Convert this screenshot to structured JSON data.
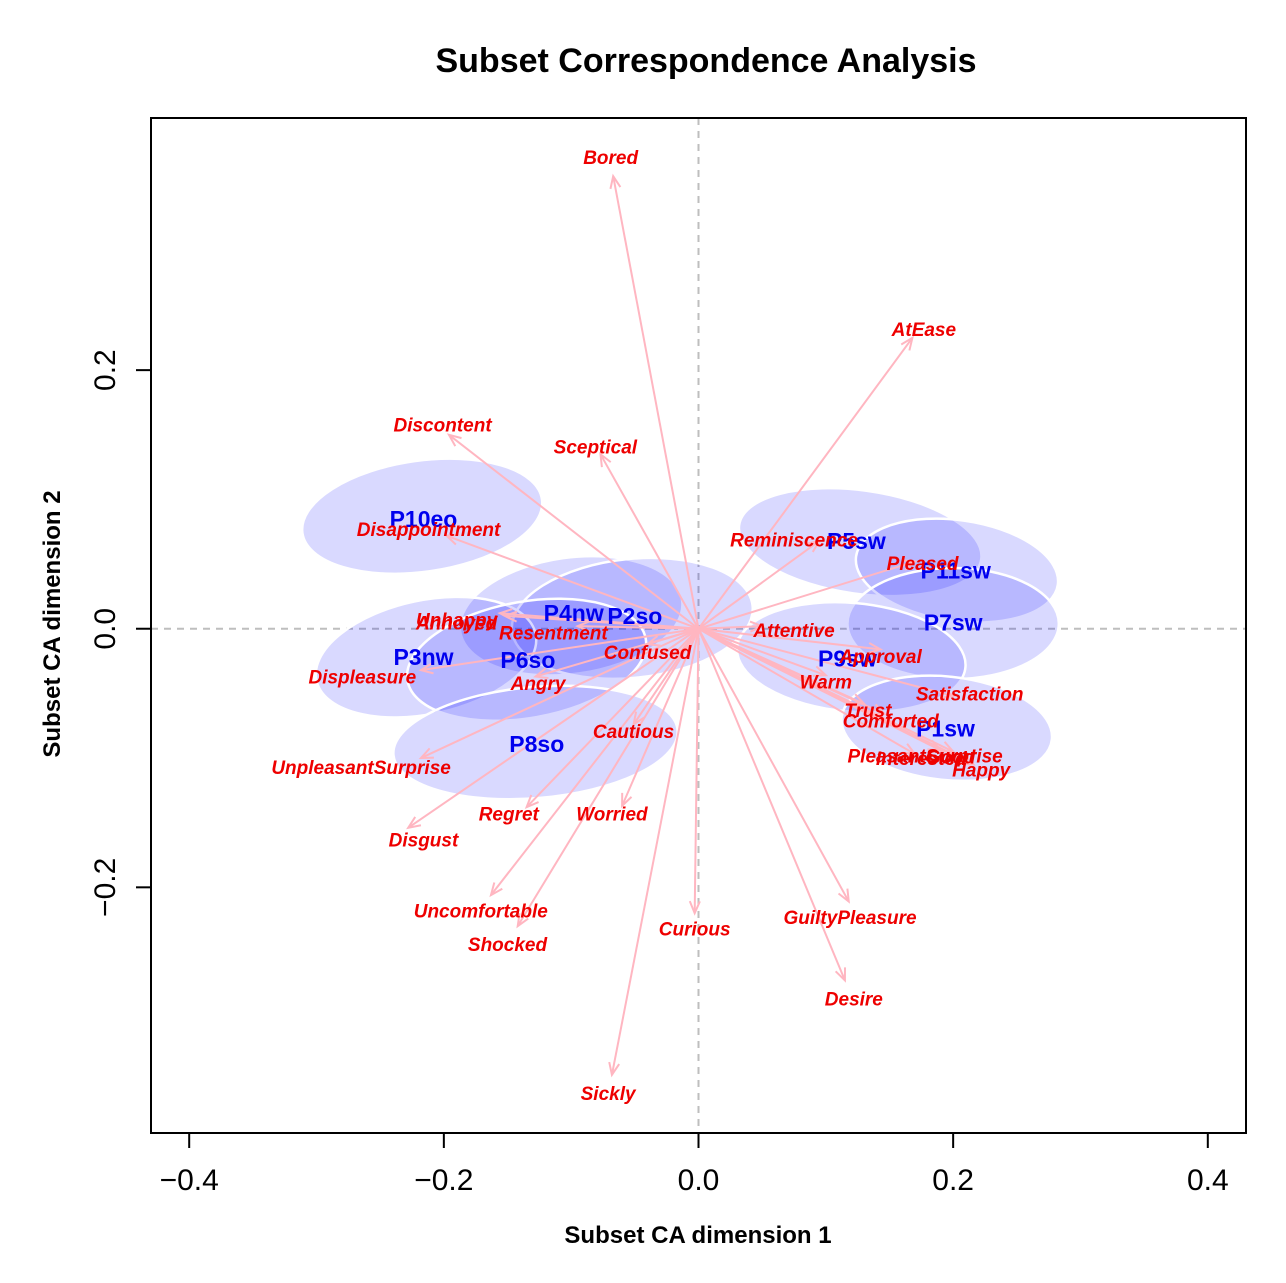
{
  "chart_data": {
    "type": "scatter",
    "title": "Subset Correspondence Analysis",
    "xlabel": "Subset CA dimension 1",
    "ylabel": "Subset CA dimension 2",
    "xlim": [
      -0.43,
      0.43
    ],
    "ylim": [
      -0.39,
      0.395
    ],
    "x_ticks": [
      -0.4,
      -0.2,
      0.0,
      0.2,
      0.4
    ],
    "x_tick_labels": [
      "−0.4",
      "−0.2",
      "0.0",
      "0.2",
      "0.4"
    ],
    "y_ticks": [
      -0.2,
      0.0,
      0.2
    ],
    "y_tick_labels": [
      "−0.2",
      "0.0",
      "0.2"
    ],
    "grid": false,
    "reference_lines": [
      0,
      0
    ],
    "colors": {
      "points": "#0000ee",
      "variables": "#ee0000",
      "arrows": "#ffb6c1",
      "ellipse_fill": "#0000ff",
      "ellipse_stroke": "#ffffff",
      "reference_line": "#bebebe"
    },
    "points": [
      {
        "label": "P10eo",
        "x": -0.216,
        "y": 0.085
      },
      {
        "label": "P4nw",
        "x": -0.098,
        "y": 0.012
      },
      {
        "label": "P2so",
        "x": -0.05,
        "y": 0.01
      },
      {
        "label": "P3nw",
        "x": -0.216,
        "y": -0.022
      },
      {
        "label": "P6so",
        "x": -0.134,
        "y": -0.024
      },
      {
        "label": "P8so",
        "x": -0.127,
        "y": -0.089
      },
      {
        "label": "P5sw",
        "x": 0.124,
        "y": 0.068
      },
      {
        "label": "P11sw",
        "x": 0.202,
        "y": 0.045
      },
      {
        "label": "P7sw",
        "x": 0.2,
        "y": 0.005
      },
      {
        "label": "P9sw",
        "x": 0.117,
        "y": -0.023
      },
      {
        "label": "P1sw",
        "x": 0.194,
        "y": -0.077
      }
    ],
    "ellipses": [
      {
        "point": "P10eo",
        "cx": -0.217,
        "cy": 0.087,
        "rx": 0.095,
        "ry": 0.043,
        "angle_deg": 8
      },
      {
        "point": "P4nw",
        "cx": -0.1,
        "cy": 0.01,
        "rx": 0.088,
        "ry": 0.045,
        "angle_deg": 8
      },
      {
        "point": "P2so",
        "cx": -0.052,
        "cy": 0.008,
        "rx": 0.095,
        "ry": 0.046,
        "angle_deg": 6
      },
      {
        "point": "P3nw",
        "cx": -0.214,
        "cy": -0.022,
        "rx": 0.088,
        "ry": 0.044,
        "angle_deg": 12
      },
      {
        "point": "P6so",
        "cx": -0.135,
        "cy": -0.024,
        "rx": 0.095,
        "ry": 0.045,
        "angle_deg": 10
      },
      {
        "point": "P8so",
        "cx": -0.128,
        "cy": -0.088,
        "rx": 0.112,
        "ry": 0.043,
        "angle_deg": 5
      },
      {
        "point": "P5sw",
        "cx": 0.127,
        "cy": 0.067,
        "rx": 0.096,
        "ry": 0.04,
        "angle_deg": -8
      },
      {
        "point": "P11sw",
        "cx": 0.203,
        "cy": 0.045,
        "rx": 0.08,
        "ry": 0.039,
        "angle_deg": -8
      },
      {
        "point": "P7sw",
        "cx": 0.2,
        "cy": 0.004,
        "rx": 0.083,
        "ry": 0.043,
        "angle_deg": 0
      },
      {
        "point": "P9sw",
        "cx": 0.12,
        "cy": -0.022,
        "rx": 0.09,
        "ry": 0.042,
        "angle_deg": -5
      },
      {
        "point": "P1sw",
        "cx": 0.195,
        "cy": -0.077,
        "rx": 0.083,
        "ry": 0.04,
        "angle_deg": -6
      }
    ],
    "variables": [
      {
        "label": "Bored",
        "x": -0.067,
        "y": 0.35,
        "label_x": -0.069,
        "label_y": 0.365
      },
      {
        "label": "AtEase",
        "x": 0.168,
        "y": 0.225,
        "label_x": 0.177,
        "label_y": 0.232
      },
      {
        "label": "Discontent",
        "x": -0.196,
        "y": 0.15,
        "label_x": -0.201,
        "label_y": 0.158
      },
      {
        "label": "Sceptical",
        "x": -0.077,
        "y": 0.135,
        "label_x": -0.081,
        "label_y": 0.141
      },
      {
        "label": "Disappointment",
        "x": -0.198,
        "y": 0.072,
        "label_x": -0.212,
        "label_y": 0.077
      },
      {
        "label": "Reminiscence",
        "x": 0.095,
        "y": 0.068,
        "label_x": 0.075,
        "label_y": 0.069
      },
      {
        "label": "Pleased",
        "x": 0.17,
        "y": 0.052,
        "label_x": 0.176,
        "label_y": 0.051
      },
      {
        "label": "Unhappy",
        "x": -0.156,
        "y": 0.012,
        "label_x": -0.19,
        "label_y": 0.007
      },
      {
        "label": "Annoyed",
        "x": -0.152,
        "y": 0.01,
        "label_x": -0.19,
        "label_y": 0.005
      },
      {
        "label": "Resentment",
        "x": -0.095,
        "y": 0.002,
        "label_x": -0.114,
        "label_y": -0.003
      },
      {
        "label": "Attentive",
        "x": 0.05,
        "y": 0.002,
        "label_x": 0.075,
        "label_y": -0.001
      },
      {
        "label": "Confused",
        "x": -0.04,
        "y": -0.012,
        "label_x": -0.04,
        "label_y": -0.018
      },
      {
        "label": "Approval",
        "x": 0.143,
        "y": -0.016,
        "label_x": 0.143,
        "label_y": -0.021
      },
      {
        "label": "Displeasure",
        "x": -0.218,
        "y": -0.032,
        "label_x": -0.264,
        "label_y": -0.037
      },
      {
        "label": "Warm",
        "x": 0.1,
        "y": -0.036,
        "label_x": 0.1,
        "label_y": -0.041
      },
      {
        "label": "Angry",
        "x": -0.128,
        "y": -0.037,
        "label_x": -0.126,
        "label_y": -0.042
      },
      {
        "label": "Satisfaction",
        "x": 0.2,
        "y": -0.052,
        "label_x": 0.213,
        "label_y": -0.05
      },
      {
        "label": "Trust",
        "x": 0.13,
        "y": -0.058,
        "label_x": 0.133,
        "label_y": -0.063
      },
      {
        "label": "Comforted",
        "x": 0.146,
        "y": -0.066,
        "label_x": 0.151,
        "label_y": -0.071
      },
      {
        "label": "Cautious",
        "x": -0.051,
        "y": -0.074,
        "label_x": -0.051,
        "label_y": -0.079
      },
      {
        "label": "PleasantSurprise",
        "x": 0.19,
        "y": -0.094,
        "label_x": 0.178,
        "label_y": -0.098
      },
      {
        "label": "Interested",
        "x": 0.17,
        "y": -0.097,
        "label_x": 0.175,
        "label_y": -0.1
      },
      {
        "label": "Good",
        "x": 0.2,
        "y": -0.095,
        "label_x": 0.198,
        "label_y": -0.099
      },
      {
        "label": "Happy",
        "x": 0.216,
        "y": -0.105,
        "label_x": 0.222,
        "label_y": -0.109
      },
      {
        "label": "UnpleasantSurprise",
        "x": -0.218,
        "y": -0.1,
        "label_x": -0.265,
        "label_y": -0.107
      },
      {
        "label": "Regret",
        "x": -0.135,
        "y": -0.138,
        "label_x": -0.149,
        "label_y": -0.143
      },
      {
        "label": "Worried",
        "x": -0.06,
        "y": -0.137,
        "label_x": -0.068,
        "label_y": -0.143
      },
      {
        "label": "Disgust",
        "x": -0.228,
        "y": -0.154,
        "label_x": -0.216,
        "label_y": -0.163
      },
      {
        "label": "Uncomfortable",
        "x": -0.163,
        "y": -0.206,
        "label_x": -0.171,
        "label_y": -0.218
      },
      {
        "label": "Shocked",
        "x": -0.142,
        "y": -0.23,
        "label_x": -0.15,
        "label_y": -0.244
      },
      {
        "label": "Curious",
        "x": -0.003,
        "y": -0.22,
        "label_x": -0.003,
        "label_y": -0.232
      },
      {
        "label": "GuiltyPleasure",
        "x": 0.118,
        "y": -0.211,
        "label_x": 0.119,
        "label_y": -0.223
      },
      {
        "label": "Desire",
        "x": 0.115,
        "y": -0.272,
        "label_x": 0.122,
        "label_y": -0.286
      },
      {
        "label": "Sickly",
        "x": -0.068,
        "y": -0.345,
        "label_x": -0.071,
        "label_y": -0.359
      }
    ]
  }
}
